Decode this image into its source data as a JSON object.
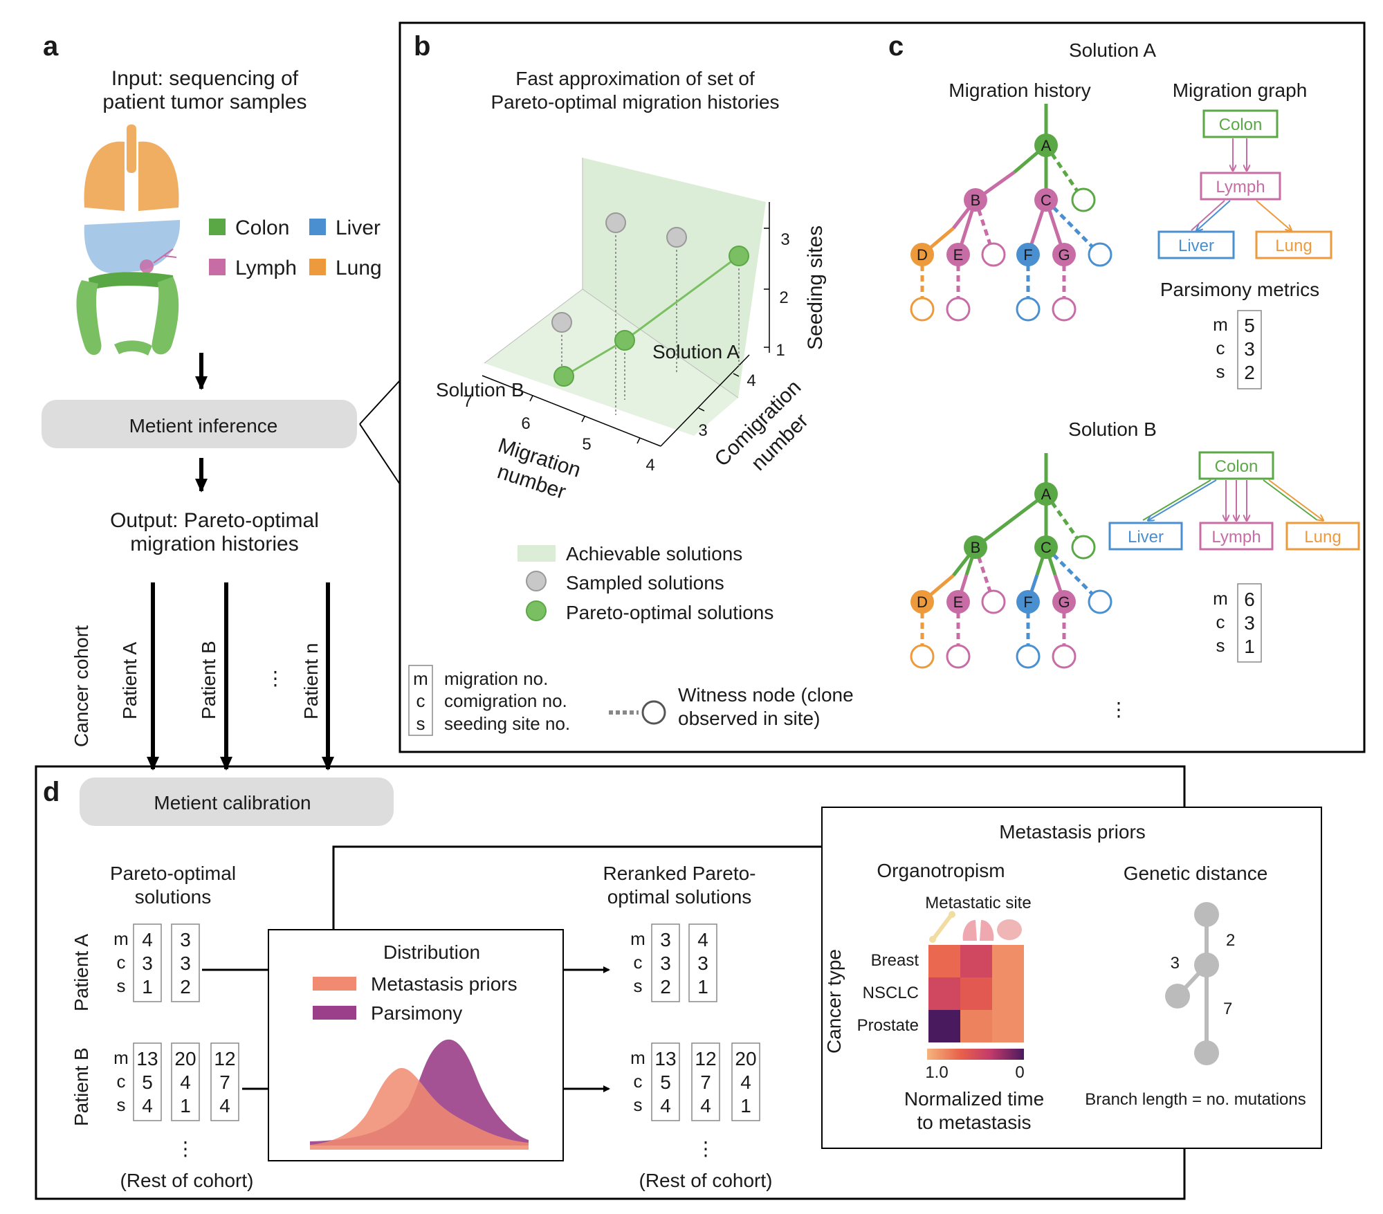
{
  "colors": {
    "colon": "#5aa845",
    "liver": "#4a8fd0",
    "lymph": "#c86ca6",
    "lung": "#ec9a3c",
    "achievable": "#dcedd7",
    "sampled": "#c8c8c8",
    "pareto": "#7bbf63",
    "pill": "#dddddd",
    "prior": "#f08a70",
    "parsimony": "#9b3f8a"
  },
  "panel_a": {
    "letter": "a",
    "input_line1": "Input: sequencing of",
    "input_line2": "patient tumor samples",
    "legend": [
      {
        "label": "Colon",
        "color_key": "colon"
      },
      {
        "label": "Liver",
        "color_key": "liver"
      },
      {
        "label": "Lymph",
        "color_key": "lymph"
      },
      {
        "label": "Lung",
        "color_key": "lung"
      }
    ],
    "inference_label": "Metient inference",
    "output_line1": "Output: Pareto-optimal",
    "output_line2": "migration histories",
    "cohort_label": "Cancer cohort",
    "patients": [
      "Patient A",
      "Patient B",
      "⋮",
      "Patient n"
    ]
  },
  "panel_b": {
    "letter": "b",
    "title_line1": "Fast approximation of set of",
    "title_line2": "Pareto-optimal migration histories",
    "solution_a": "Solution A",
    "solution_b": "Solution B",
    "axis_migration_line1": "Migration",
    "axis_migration_line2": "number",
    "axis_comigration_line1": "Comigration",
    "axis_comigration_line2": "number",
    "axis_seeding": "Seeding sites",
    "migration_ticks": [
      "7",
      "6",
      "5",
      "4"
    ],
    "comigration_ticks": [
      "4",
      "3"
    ],
    "seeding_ticks": [
      "3",
      "2",
      "1"
    ],
    "legend": [
      {
        "label": "Achievable solutions",
        "icon": "achievable"
      },
      {
        "label": "Sampled solutions",
        "icon": "sampled"
      },
      {
        "label": "Pareto-optimal solutions",
        "icon": "pareto"
      }
    ],
    "key_letters": [
      "m",
      "c",
      "s"
    ],
    "key_descriptions": [
      "migration no.",
      "comigration no.",
      "seeding site no."
    ],
    "witness_line1": "Witness node (clone",
    "witness_line2": "observed in site)"
  },
  "panel_c": {
    "letter": "c",
    "solution_a_title": "Solution A",
    "solution_b_title": "Solution B",
    "history_title": "Migration history",
    "graph_title": "Migration graph",
    "metrics_title": "Parsimony metrics",
    "node_labels": [
      "A",
      "B",
      "C",
      "D",
      "E",
      "F",
      "G"
    ],
    "graph_sites": {
      "colon": "Colon",
      "lymph": "Lymph",
      "liver": "Liver",
      "lung": "Lung"
    },
    "metric_letters": [
      "m",
      "c",
      "s"
    ],
    "metrics_a": [
      "5",
      "3",
      "2"
    ],
    "metrics_b": [
      "6",
      "3",
      "1"
    ],
    "more": "⋮"
  },
  "panel_d": {
    "letter": "d",
    "calibration_label": "Metient calibration",
    "pareto_line1": "Pareto-optimal",
    "pareto_line2": "solutions",
    "reranked_line1": "Reranked Pareto-",
    "reranked_line2": "optimal solutions",
    "patient_a": "Patient A",
    "patient_b": "Patient B",
    "letters": [
      "m",
      "c",
      "s"
    ],
    "input_a": [
      [
        "4",
        "3",
        "1"
      ],
      [
        "3",
        "3",
        "2"
      ]
    ],
    "input_b": [
      [
        "13",
        "5",
        "4"
      ],
      [
        "20",
        "4",
        "1"
      ],
      [
        "12",
        "7",
        "4"
      ]
    ],
    "output_a": [
      [
        "3",
        "3",
        "2"
      ],
      [
        "4",
        "3",
        "1"
      ]
    ],
    "output_b": [
      [
        "13",
        "5",
        "4"
      ],
      [
        "12",
        "7",
        "4"
      ],
      [
        "20",
        "4",
        "1"
      ]
    ],
    "ellipsis": "⋮",
    "rest_of_cohort": "(Rest of cohort)",
    "distribution_title": "Distribution",
    "distribution_legend": [
      "Metastasis priors",
      "Parsimony"
    ],
    "priors_title": "Metastasis priors",
    "organotropism_title": "Organotropism",
    "metastatic_site": "Metastatic site",
    "cancer_type_label": "Cancer type",
    "cancer_types": [
      "Breast",
      "NSCLC",
      "Prostate"
    ],
    "heatmap_values": [
      [
        0.7,
        0.45,
        0.85
      ],
      [
        0.45,
        0.6,
        0.85
      ],
      [
        0.0,
        0.8,
        0.85
      ]
    ],
    "colorbar_max": "1.0",
    "colorbar_min": "0",
    "colorbar_line1": "Normalized time",
    "colorbar_line2": "to metastasis",
    "genetic_title": "Genetic distance",
    "branch_lengths": [
      "2",
      "3",
      "7"
    ],
    "branch_caption": "Branch length = no. mutations"
  }
}
